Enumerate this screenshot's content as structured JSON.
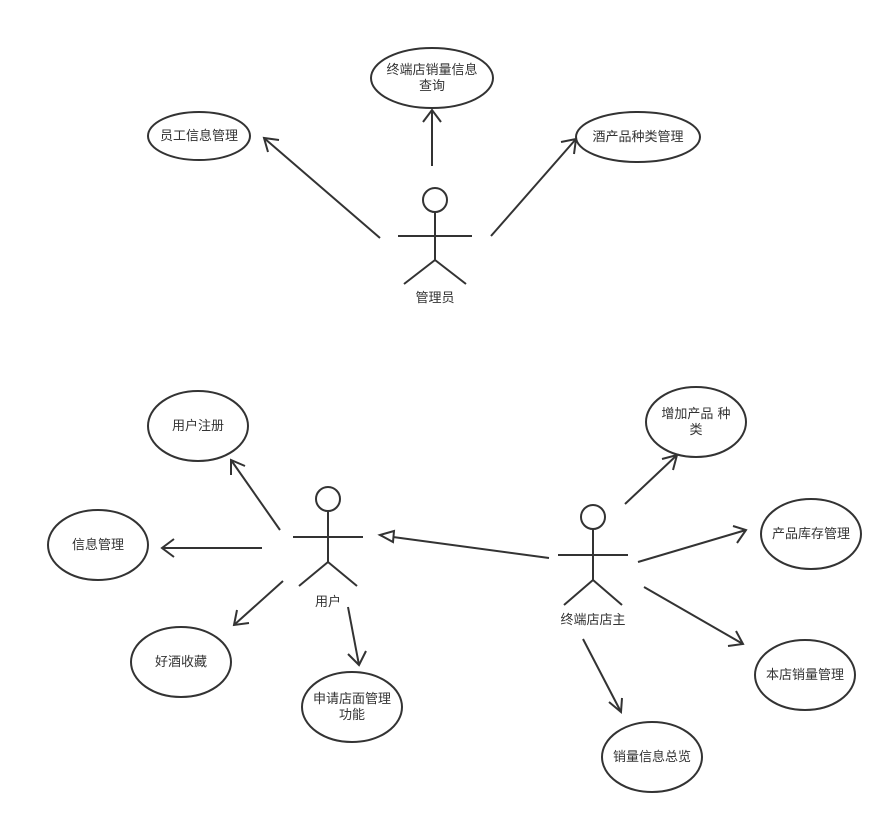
{
  "actors": {
    "admin": "管理员",
    "user": "用户",
    "owner": "终端店店主"
  },
  "usecases": {
    "terminal_sales_query": [
      "终端店销量信息",
      "查询"
    ],
    "employee_info": "员工信息管理",
    "wine_category": "酒产品种类管理",
    "user_register": "用户注册",
    "info_manage": "信息管理",
    "wine_fav": "好酒收藏",
    "apply_store": [
      "申请店面管理",
      "功能"
    ],
    "add_category": [
      "增加产品 种",
      "类"
    ],
    "inventory": "产品库存管理",
    "store_sales": "本店销量管理",
    "sales_overview": "销量信息总览"
  },
  "colors": {
    "stroke": "#333333",
    "background": "#ffffff"
  }
}
